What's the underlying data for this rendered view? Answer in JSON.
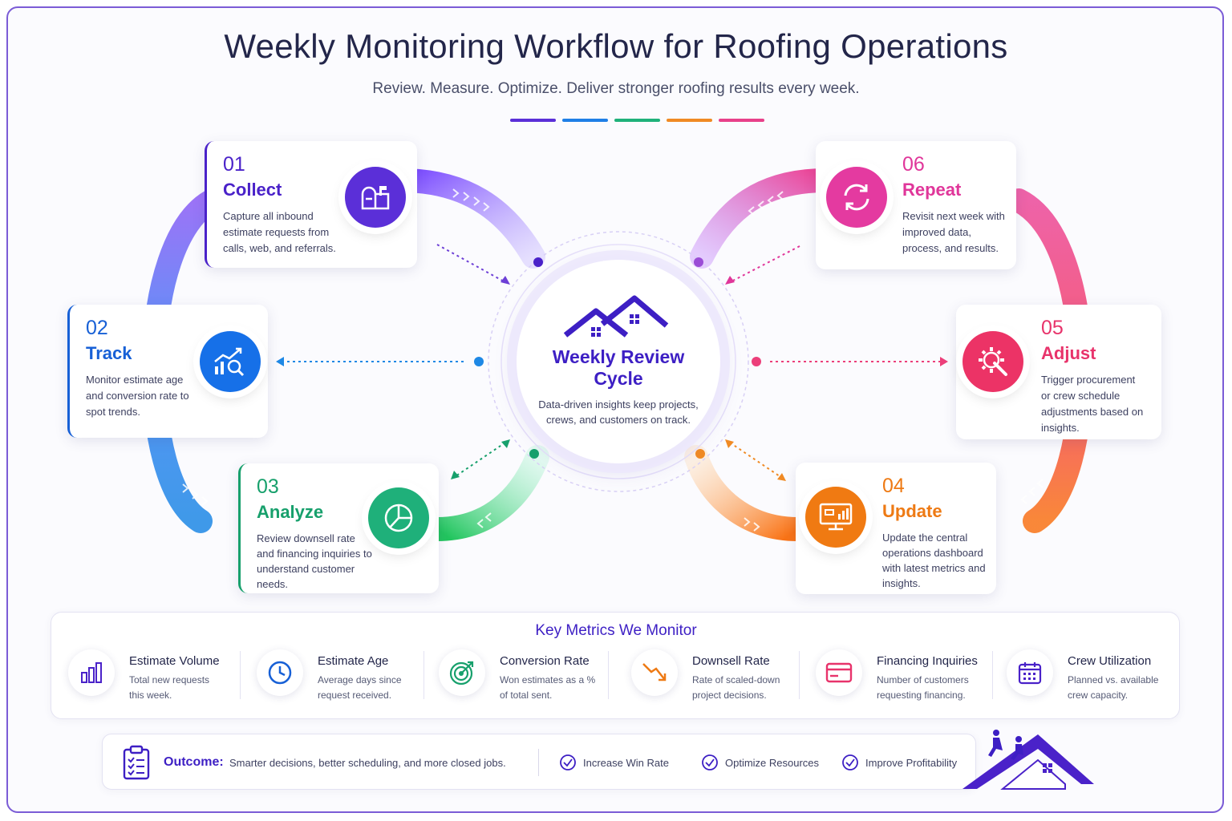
{
  "header": {
    "title": "Weekly Monitoring Workflow for Roofing Operations",
    "subtitle": "Review. Measure. Optimize. Deliver stronger roofing results every week.",
    "swatch_colors": [
      "#5b2fd8",
      "#1f7fe6",
      "#1fb17a",
      "#f08a24",
      "#e8408a"
    ]
  },
  "center": {
    "title": "Weekly Review Cycle",
    "description": "Data-driven insights keep projects, crews, and customers on track."
  },
  "steps": [
    {
      "num": "01",
      "name": "Collect",
      "desc": "Capture all inbound estimate requests from calls, web, and referrals.",
      "color": "#4a22c9",
      "icon": "mailbox-icon"
    },
    {
      "num": "02",
      "name": "Track",
      "desc": "Monitor estimate age and conversion rate to spot trends.",
      "color": "#1760d6",
      "icon": "chart-search-icon"
    },
    {
      "num": "03",
      "name": "Analyze",
      "desc": "Review downsell rate and financing inquiries to understand customer needs.",
      "color": "#17a06c",
      "icon": "pie-chart-icon"
    },
    {
      "num": "04",
      "name": "Update",
      "desc": "Update the central operations dashboard with latest metrics and insights.",
      "color": "#ee7a14",
      "icon": "dashboard-monitor-icon"
    },
    {
      "num": "05",
      "name": "Adjust",
      "desc": "Trigger procurement or crew schedule adjustments based on insights.",
      "color": "#e8336b",
      "icon": "gear-wrench-icon"
    },
    {
      "num": "06",
      "name": "Repeat",
      "desc": "Revisit next week with improved data, process, and results.",
      "color": "#e0369a",
      "icon": "refresh-icon"
    }
  ],
  "metrics": {
    "title": "Key Metrics We Monitor",
    "items": [
      {
        "name": "Estimate Volume",
        "desc": "Total new requests this week.",
        "icon": "bar-chart-icon",
        "color": "#4a22c9"
      },
      {
        "name": "Estimate Age",
        "desc": "Average days since request received.",
        "icon": "clock-icon",
        "color": "#1760d6"
      },
      {
        "name": "Conversion Rate",
        "desc": "Won estimates as a % of total sent.",
        "icon": "target-icon",
        "color": "#17a06c"
      },
      {
        "name": "Downsell Rate",
        "desc": "Rate of scaled-down project decisions.",
        "icon": "trend-down-icon",
        "color": "#ee7a14"
      },
      {
        "name": "Financing Inquiries",
        "desc": "Number of customers requesting financing.",
        "icon": "credit-card-icon",
        "color": "#e8336b"
      },
      {
        "name": "Crew Utilization",
        "desc": "Planned vs. available crew capacity.",
        "icon": "calendar-icon",
        "color": "#4a22c9"
      }
    ]
  },
  "outcome": {
    "label": "Outcome:",
    "text": "Smarter decisions, better scheduling, and more closed jobs.",
    "benefits": [
      "Increase Win Rate",
      "Optimize Resources",
      "Improve Profitability"
    ]
  }
}
